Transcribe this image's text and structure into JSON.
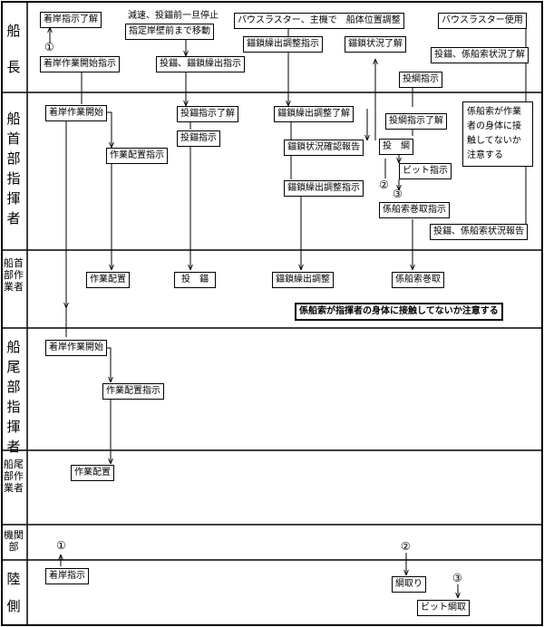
{
  "lanes": [
    {
      "label": "船長"
    },
    {
      "label": "船首部指揮者"
    },
    {
      "label": "船首部作業者"
    },
    {
      "label": "船尾部指揮者"
    },
    {
      "label": "船尾部作業者"
    },
    {
      "label": "機関部"
    },
    {
      "label": "陸側"
    }
  ],
  "nodes": {
    "n1": "着岸指示了解",
    "n2": "着岸作業開始指示",
    "n3": "減速、投錨前一旦停止",
    "n4": "指定岸壁前まで移動",
    "n5": "投錨、錨鎖繰出指示",
    "n6": "バウスラスター、主機で　船体位置調整",
    "n7": "錨鎖繰出調整指示",
    "n8": "錨鎖状況了解",
    "n9": "バウスラスター使用",
    "n10": "投錨、係船索状況了解",
    "n11": "着岸作業開始",
    "n12": "作業配置指示",
    "n13": "投錨指示了解",
    "n14": "投錨指示",
    "n15": "錨鎖繰出調整了解",
    "n16": "錨鎖状況確認報告",
    "n17": "錨鎖繰出調整指示",
    "n18": "投綱指示",
    "n19": "投綱指示了解",
    "n20": "投　綱",
    "n21": "ビット指示",
    "n22": "係船索巻取指示",
    "n23": "係船索が作業者の身体に接触してないか注意する",
    "n24": "投錨、係船索状況報告",
    "n25": "作業配置",
    "n26": "投　錨",
    "n27": "錨鎖繰出調整",
    "n28": "係船索巻取",
    "n29": "係船索が指揮者の身体に接触してないか注意する",
    "n30": "着岸作業開始",
    "n31": "作業配置指示",
    "n32": "作業配置",
    "n33": "着岸指示",
    "n34": "綱取り",
    "n35": "ビット綱取"
  },
  "markers": {
    "m1": "①",
    "m2": "②",
    "m3": "③"
  }
}
